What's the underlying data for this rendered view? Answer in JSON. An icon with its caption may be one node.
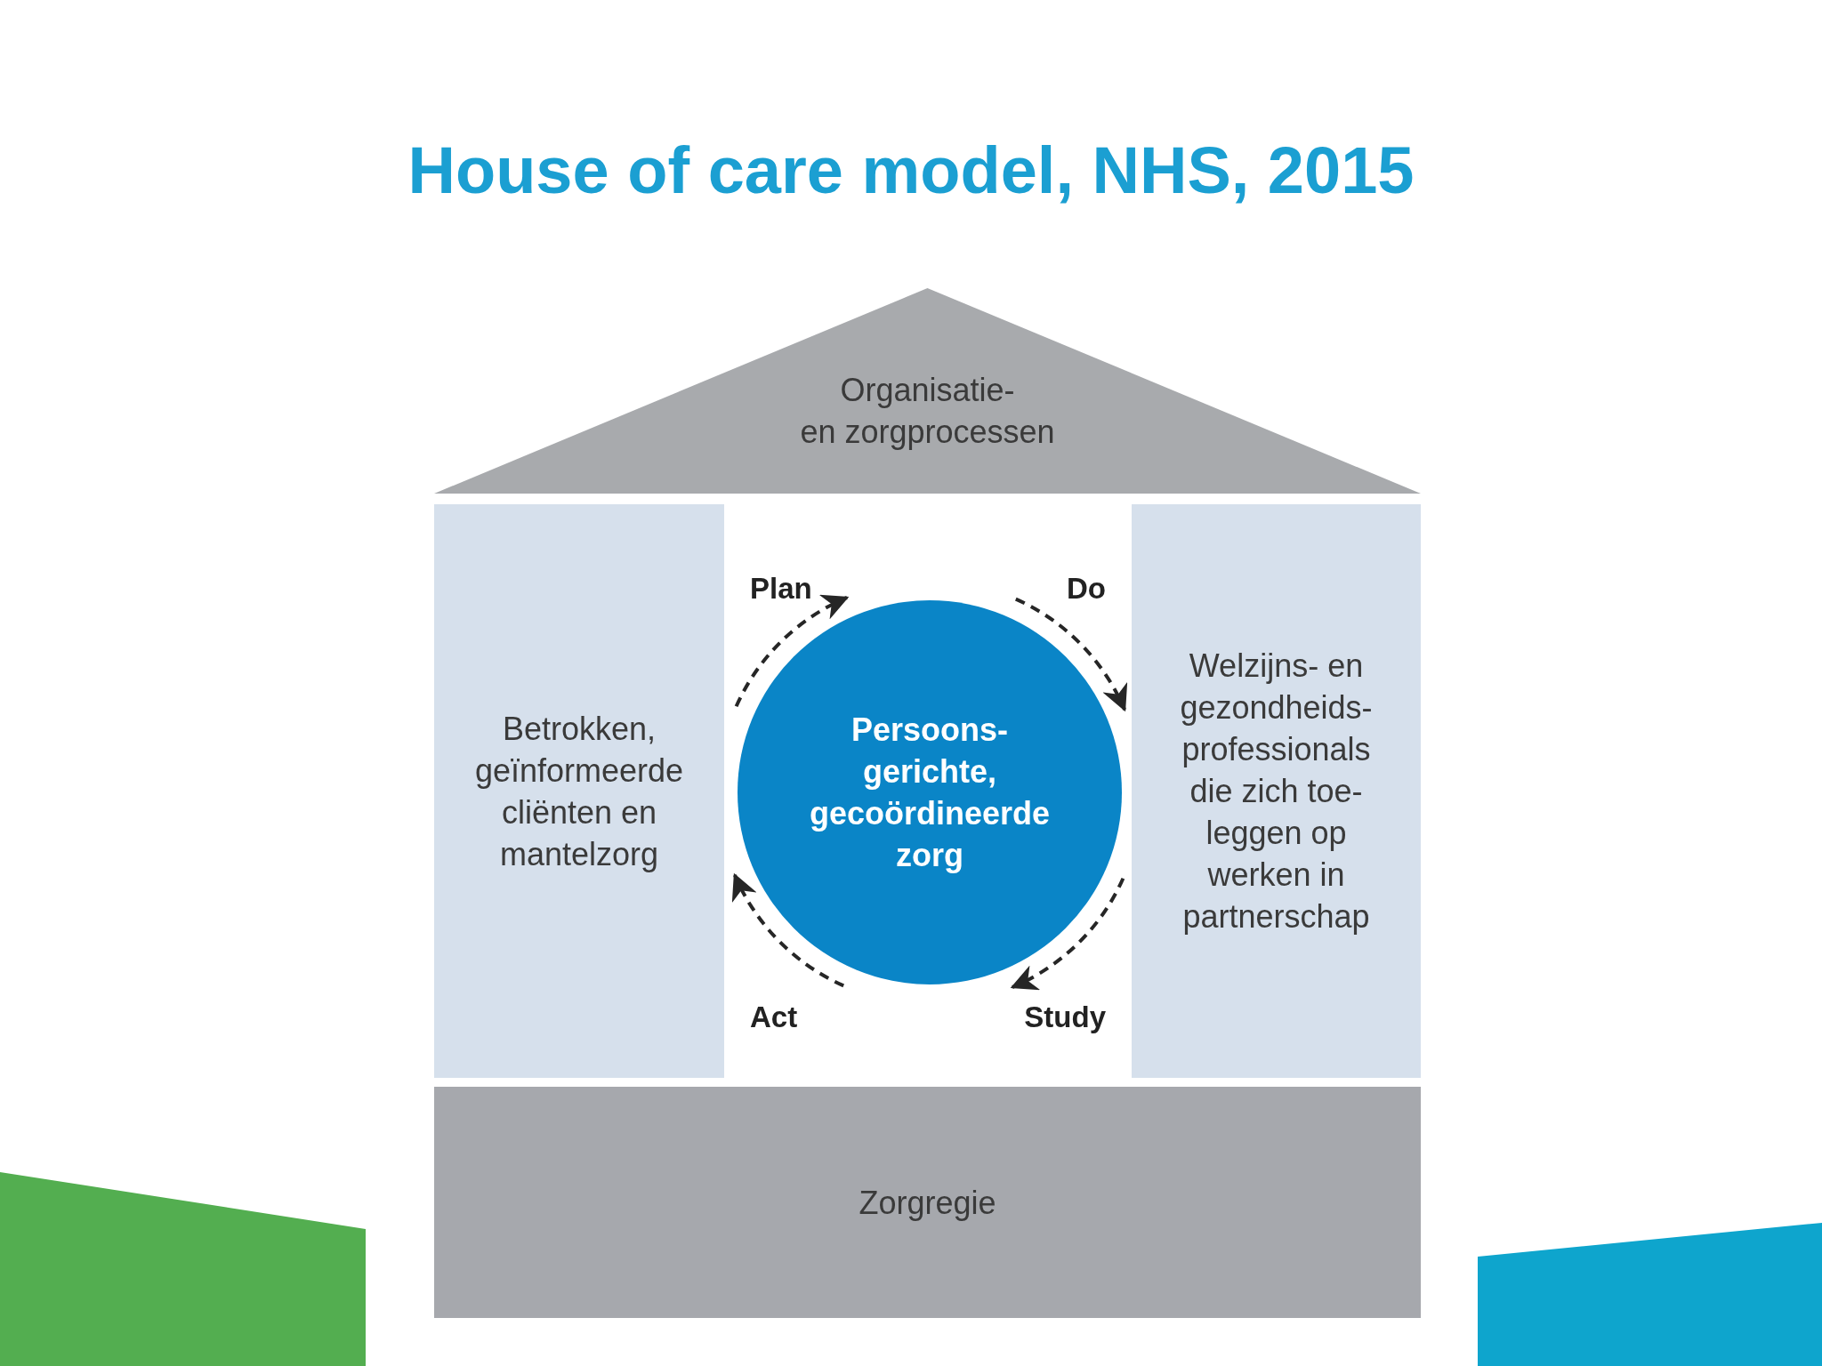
{
  "diagram": {
    "title": "House of care model, NHS, 2015",
    "nodes": [
      {
        "text": [
          "Organisatie- en zorgprocessen"
        ]
      },
      {
        "text": [
          "Betrokken, geïnformeerde cliënten en mantelzorg"
        ]
      },
      {
        "text": [
          "Persoons- gerichte, gecoördineerde zorg"
        ]
      },
      {
        "text": [
          "Welzijns- en gezondheids- professionals die zich toe- leggen op werken in partnerschap"
        ]
      },
      {
        "text": [
          "Zorgregie"
        ]
      }
    ],
    "labels": [
      "Plan",
      "Do",
      "Act",
      "Study"
    ]
  }
}
